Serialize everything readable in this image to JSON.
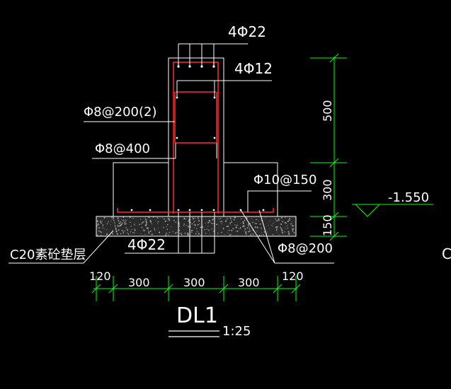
{
  "drawing": {
    "title": "DL1",
    "scale": "1:25",
    "colors": {
      "background": "#000000",
      "outline": "#ffffff",
      "rebar": "#ff2a2a",
      "dimension": "#00ff00",
      "concrete_fill": "#9a9a9a"
    },
    "labels": {
      "top_bars": "4Φ22",
      "side_bars": "4Φ12",
      "stirrup": "Φ8@200(2)",
      "tie": "Φ8@400",
      "footing_bars": "Φ10@150",
      "bottom_bars": "4Φ22",
      "bottom_dist": "Φ8@200",
      "pad_layer": "C20素砼垫层",
      "elevation": "-1.550",
      "right_edge": "C"
    },
    "dimensions": {
      "horizontal": [
        "120",
        "300",
        "300",
        "300",
        "120"
      ],
      "vertical": [
        "500",
        "300",
        "150"
      ]
    }
  }
}
